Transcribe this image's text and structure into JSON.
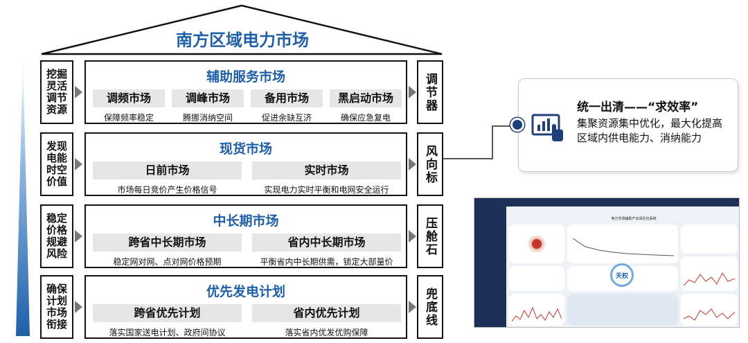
{
  "title": "南方区域电力市场",
  "tiers": [
    {
      "left_label": "挖掘灵活调节资源",
      "left_lines": [
        "挖掘",
        "灵活",
        "调节",
        "资源"
      ],
      "title": "辅助服务市场",
      "right_label": "调节器",
      "markets": [
        {
          "name": "调频市场",
          "caption": "保障频率稳定"
        },
        {
          "name": "调峰市场",
          "caption": "腾挪消纳空间"
        },
        {
          "name": "备用市场",
          "caption": "促进余缺互济"
        },
        {
          "name": "黑启动市场",
          "caption": "确保应急复电"
        }
      ]
    },
    {
      "left_label": "发现电能时空价值",
      "left_lines": [
        "发现",
        "电能",
        "时空",
        "价值"
      ],
      "title": "现货市场",
      "right_label": "风向标",
      "markets": [
        {
          "name": "日前市场",
          "caption": "市场每日竞价产生价格信号"
        },
        {
          "name": "实时市场",
          "caption": "实现电力实时平衡和电网安全运行"
        }
      ]
    },
    {
      "left_label": "稳定价格规避风险",
      "left_lines": [
        "稳定",
        "价格",
        "规避",
        "风险"
      ],
      "title": "中长期市场",
      "right_label": "压舱石",
      "markets": [
        {
          "name": "跨省中长期市场",
          "caption": "稳定网对网、点对网价格预期"
        },
        {
          "name": "省内中长期市场",
          "caption": "平衡省内中长期供需，锁定大部量价"
        }
      ]
    },
    {
      "left_label": "确保计划市场衔接",
      "left_lines": [
        "确保",
        "计划",
        "市场",
        "衔接"
      ],
      "title": "优先发电计划",
      "right_label": "兜底线",
      "markets": [
        {
          "name": "跨省优先计划",
          "caption": "落实国家送电计划、政府间协议"
        },
        {
          "name": "省内优先计划",
          "caption": "落实省内优发优购保障"
        }
      ]
    }
  ],
  "callout": {
    "heading": "统一出清——“求效率”",
    "body": "集聚资源集中优化，最大化提高区域内供电能力、消纳能力",
    "icon": "touch-tablet-chart-icon"
  },
  "screenshot": {
    "panel_title": "电力市场辅助产出清优化系统",
    "badge": "天权",
    "colors": {
      "sidebar": "#1e2f57",
      "accent": "#1f5fa8",
      "spark": "#c0392b"
    }
  }
}
